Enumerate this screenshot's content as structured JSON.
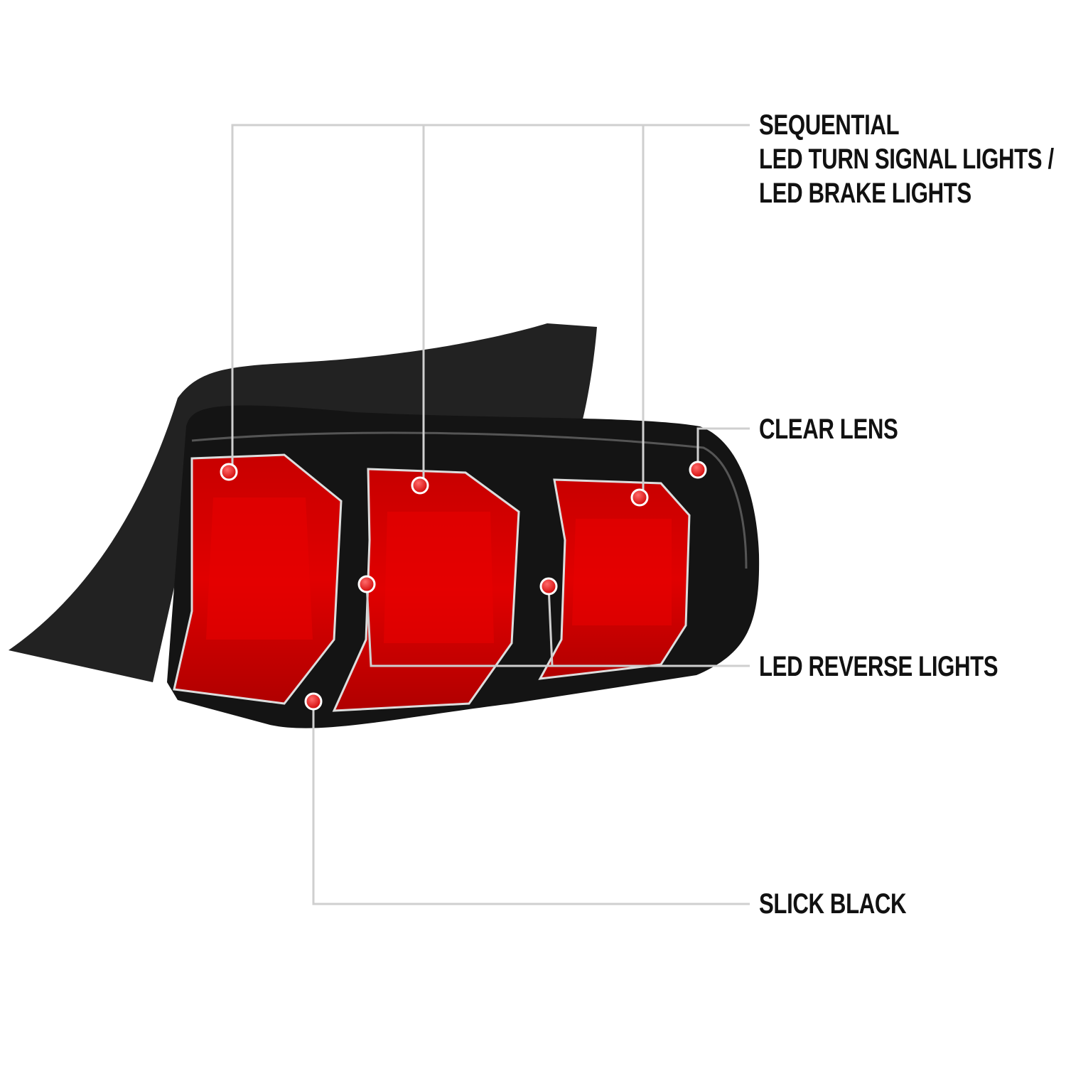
{
  "callouts": {
    "sequential": {
      "line1": "SEQUENTIAL",
      "line2": "LED TURN SIGNAL LIGHTS /",
      "line3": "LED BRAKE LIGHTS"
    },
    "clear_lens": "CLEAR LENS",
    "reverse": "LED REVERSE LIGHTS",
    "slick_black": "SLICK BLACK"
  },
  "colors": {
    "lens_red": "#d40000",
    "housing": "#1a1a1a",
    "leader_line": "#cfcfcf",
    "marker": "#e00000"
  }
}
